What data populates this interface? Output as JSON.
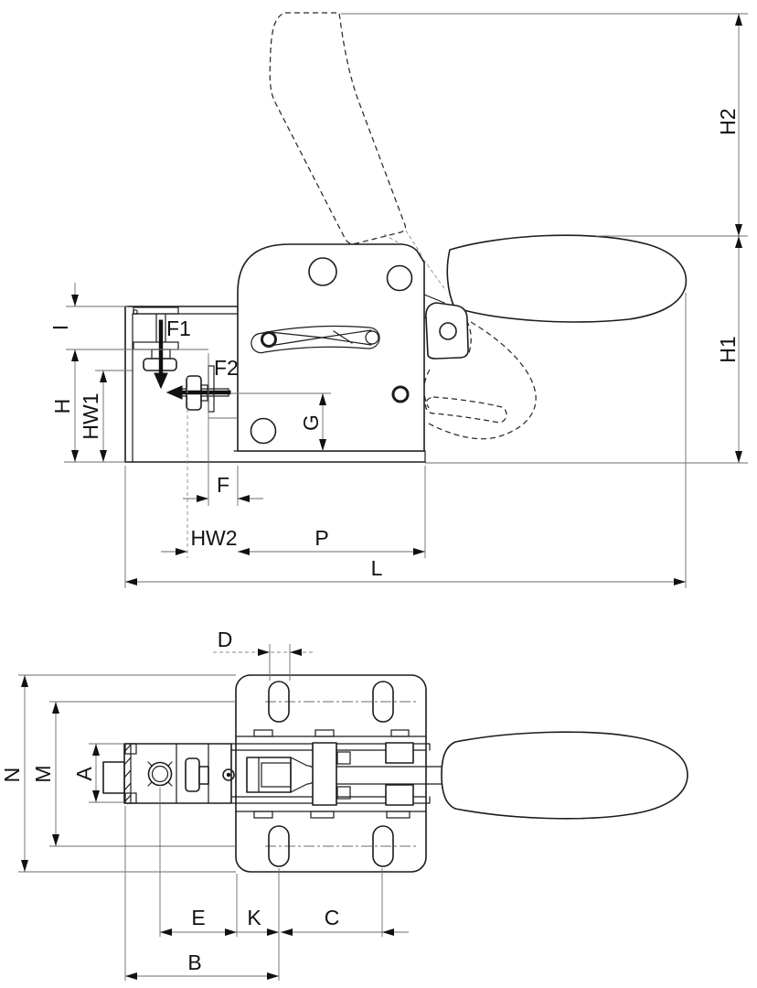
{
  "views": {
    "side_view": {
      "dimension_labels": {
        "h2": "H2",
        "h1": "H1",
        "i": "I",
        "h": "H",
        "hw1": "HW1",
        "g": "G",
        "f": "F",
        "hw2": "HW2",
        "p": "P",
        "l": "L"
      },
      "force_labels": {
        "f1": "F1",
        "f2": "F2"
      }
    },
    "top_view": {
      "dimension_labels": {
        "d": "D",
        "n": "N",
        "m": "M",
        "a": "A",
        "e": "E",
        "k": "K",
        "c": "C",
        "b": "B"
      }
    }
  },
  "colors": {
    "object_line": "#1c1c1c",
    "dimension_line": "#6b6b6b",
    "label_text": "#111111",
    "background": "#ffffff"
  }
}
